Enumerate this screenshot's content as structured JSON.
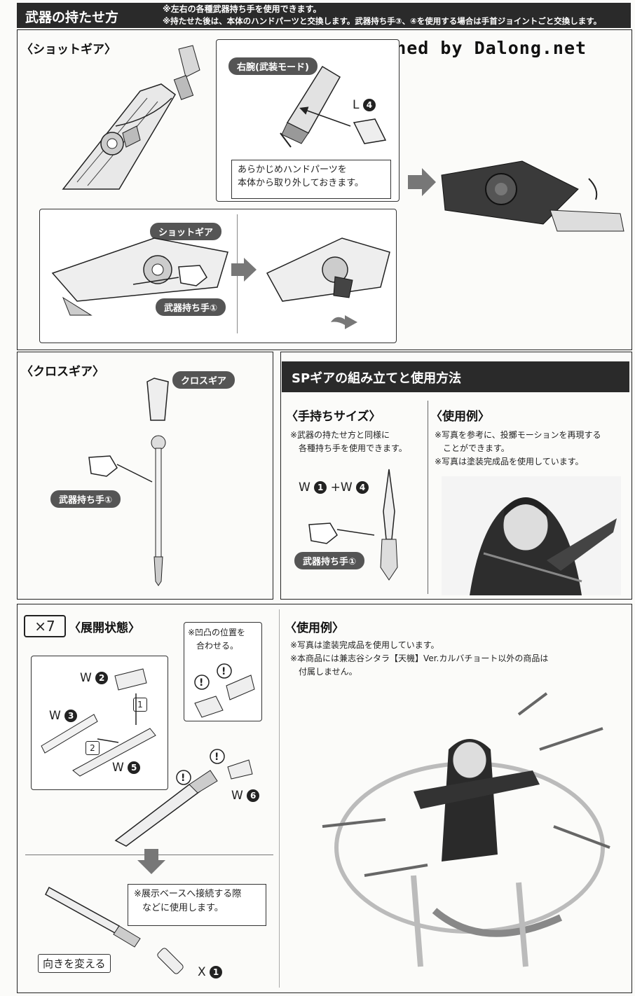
{
  "header": {
    "title": "武器の持たせ方",
    "note1": "※左右の各種武器持ち手を使用できます。",
    "note2": "※持たせた後は、本体のハンドパーツと交換します。武器持ち手③、④を使用する場合は手首ジョイントごと交換します。"
  },
  "watermark": "Scanned by Dalong.net",
  "shot_gear": {
    "title": "〈ショットギア〉",
    "right_arm_label": "右腕(武装モード)",
    "part_L4": "L",
    "part_L4_num": "4",
    "remove_note_1": "あらかじめハンドパーツを",
    "remove_note_2": "本体から取り外しておきます。",
    "shotgear_label": "ショットギア",
    "hand_label": "武器持ち手①"
  },
  "cross_gear": {
    "title": "〈クロスギア〉",
    "crossgear_label": "クロスギア",
    "hand_label": "武器持ち手①"
  },
  "sp_gear": {
    "title": "SPギアの組み立てと使用方法",
    "hand_size_title": "〈手持ちサイズ〉",
    "hand_size_note_1": "※武器の持たせ方と同様に",
    "hand_size_note_2": "各種持ち手を使用できます。",
    "combo_w": "W",
    "combo_n1": "1",
    "combo_plus": "+W",
    "combo_n2": "4",
    "hand_label": "武器持ち手①",
    "usage_title": "〈使用例〉",
    "usage_note_1": "※写真を参考に、投擲モーションを再現する",
    "usage_note_2": "ことができます。",
    "usage_note_3": "※写真は塗装完成品を使用しています。"
  },
  "deploy": {
    "count": "×7",
    "title": "〈展開状態〉",
    "align_note_1": "※凹凸の位置を",
    "align_note_2": "合わせる。",
    "w2": "W",
    "w2n": "2",
    "w3": "W",
    "w3n": "3",
    "w5": "W",
    "w5n": "5",
    "w6": "W",
    "w6n": "6",
    "step1": "1",
    "step2": "2",
    "base_note_1": "※展示ベースへ接続する際",
    "base_note_2": "などに使用します。",
    "turn_label": "向きを変える",
    "x1": "X",
    "x1n": "1"
  },
  "usage2": {
    "title": "〈使用例〉",
    "note_1": "※写真は塗装完成品を使用しています。",
    "note_2": "※本商品には兼志谷シタラ【天機】Ver.カルバチョート以外の商品は",
    "note_3": "付属しません。"
  },
  "colors": {
    "header_bg": "#2a2a2a",
    "pill_bg": "#555555",
    "arrow": "#777777"
  }
}
